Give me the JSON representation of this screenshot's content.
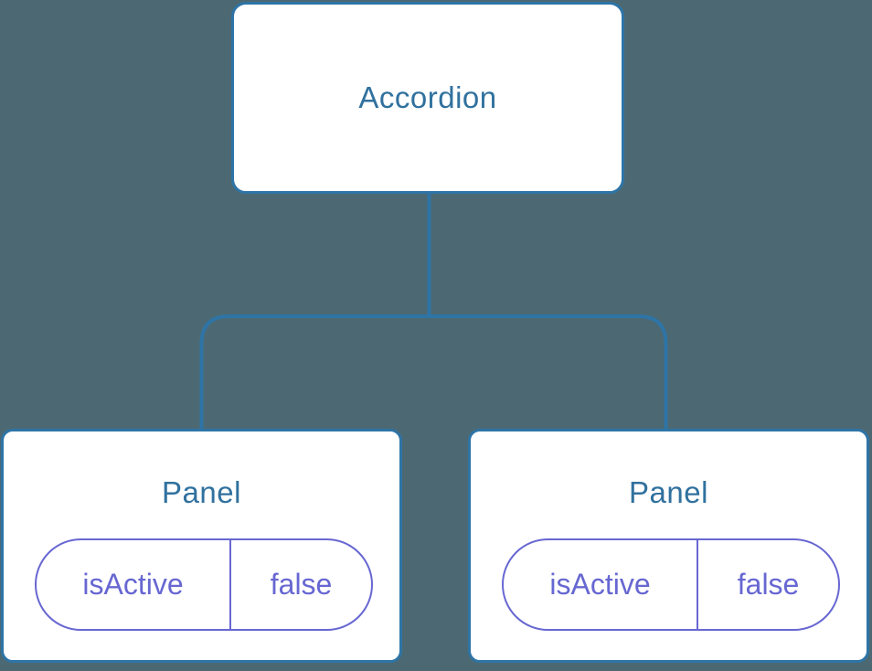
{
  "diagram": {
    "type": "component-tree",
    "root": {
      "label": "Accordion"
    },
    "children": [
      {
        "label": "Panel",
        "props": [
          {
            "name": "isActive",
            "value": "false"
          }
        ]
      },
      {
        "label": "Panel",
        "props": [
          {
            "name": "isActive",
            "value": "false"
          }
        ]
      }
    ],
    "colors": {
      "background": "#4C6973",
      "node_background": "#FFFFFF",
      "node_border": "#2E74A6",
      "node_text": "#30719E",
      "connector_line": "#2E74A6",
      "prop_accent": "#6767D2"
    }
  }
}
